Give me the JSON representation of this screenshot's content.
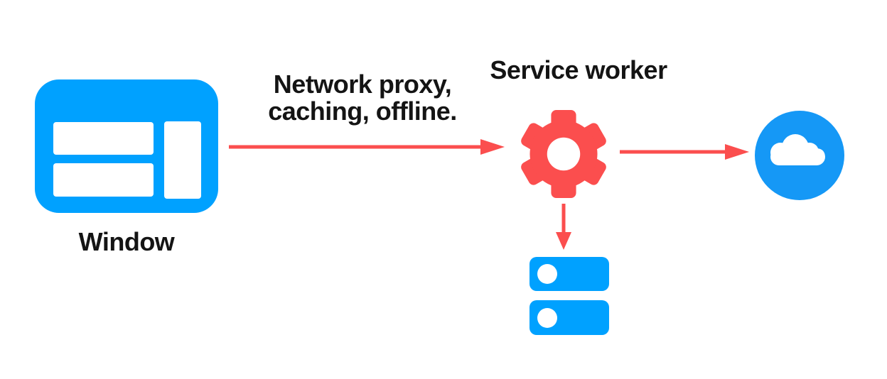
{
  "diagram": {
    "description": "Service worker architecture diagram",
    "colors": {
      "blue": "#00a1ff",
      "cloud_blue": "#1598f6",
      "red": "#fb4e4e",
      "text": "#141414",
      "background": "#ffffff"
    },
    "window": {
      "label": "Window",
      "icon": "browser-window-icon"
    },
    "service_worker": {
      "title": "Service worker",
      "icon": "gear-icon"
    },
    "network": {
      "icon": "cloud-icon"
    },
    "storage": {
      "icon": "database-icon"
    },
    "arrows": {
      "window_to_service_worker": {
        "label_line1": "Network proxy,",
        "label_line2": "caching, offline.",
        "direction": "right"
      },
      "service_worker_to_network": {
        "direction": "right"
      },
      "service_worker_to_storage": {
        "direction": "down"
      }
    }
  }
}
